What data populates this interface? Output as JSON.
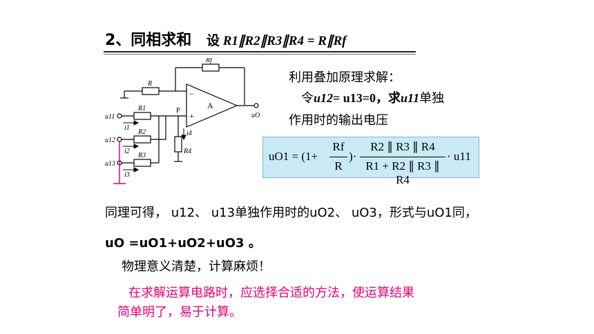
{
  "slide": {
    "title": "2、同相求和",
    "condition_prefix": "设",
    "condition": "R1∥R2∥R3∥R4 = R∥Rf"
  },
  "method": {
    "line1": "利用叠加原理求解：",
    "line2_prefix": "令",
    "line2_u12": "u12",
    "line2_mid": "= u13=0，求",
    "line2_u11": "u11",
    "line2_suffix": "单独",
    "line3": "作用时的输出电压"
  },
  "formula": {
    "lhs": "uO1 = (1+",
    "rf_over_r_num": "Rf",
    "rf_over_r_den": "R",
    "close": ")·",
    "num": "R2 ∥ R3 ∥ R4",
    "den": "R1 + R2 ∥ R3 ∥ R4",
    "tail": "· u11"
  },
  "similarly": {
    "text": "同理可得， u12、 u13单独作用时的uO2、 uO3，形式与uO1同，",
    "sum": "uO =uO1+uO2+uO3 。"
  },
  "notes": {
    "clear": "物理意义清楚，计算麻烦！",
    "advice_line1": "在求解运算电路时，应选择合适的方法，使运算结果",
    "advice_line2": "简单明了，易于计算。"
  },
  "circuit_labels": {
    "rf": "Rf",
    "r": "R",
    "r1": "R1",
    "r2": "R2",
    "r3": "R3",
    "r4": "R4",
    "u11": "u11",
    "u12": "u12",
    "u13": "u13",
    "i1": "i1",
    "i2": "i2",
    "i3": "i3",
    "i4": "i4",
    "p": "P",
    "amp": "A",
    "uo": "uO",
    "minus": "−",
    "plus": "+"
  },
  "colors": {
    "advice": "#e5007a",
    "formula_bg": "#c9eaf5",
    "ground_highlight": "#e5007a"
  }
}
